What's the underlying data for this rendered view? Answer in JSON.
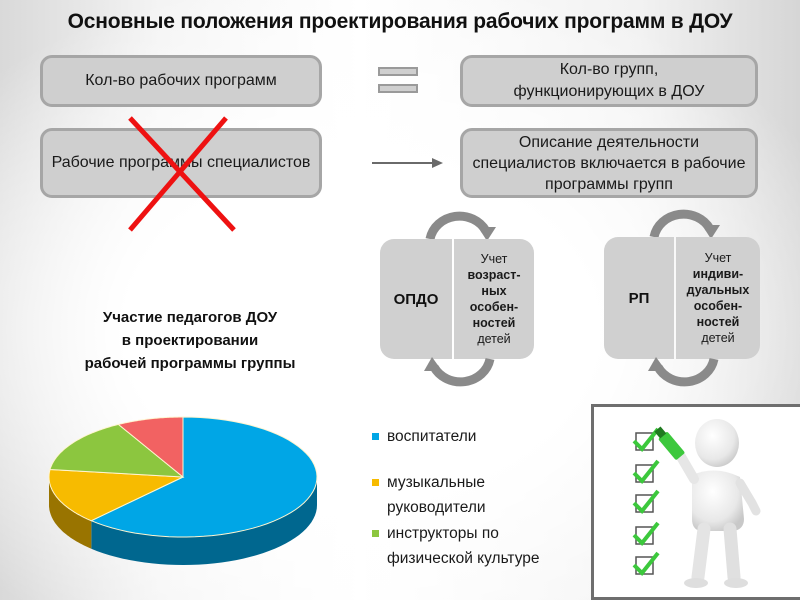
{
  "slide": {
    "title": "Основные положения проектирования рабочих программ в ДОУ"
  },
  "top_row": {
    "left_box": "Кол-во рабочих программ",
    "relation": "equals",
    "right_box_line1": "Кол-во групп,",
    "right_box_line2": "функционирующих в ДОУ"
  },
  "second_row": {
    "left_box": "Рабочие программы специалистов",
    "left_box_crossed_out": true,
    "relation": "arrow-right",
    "right_box_line1": "Описание деятельности",
    "right_box_line2": "специалистов включается в рабочие",
    "right_box_line3": "программы групп"
  },
  "cycles": [
    {
      "label": "ОПДО",
      "desc_line1": "Учет",
      "desc_line2": "возраст-",
      "desc_line3": "ных",
      "desc_line4": "особен-",
      "desc_line5": "ностей",
      "desc_line6": "детей"
    },
    {
      "label": "РП",
      "desc_line1": "Учет",
      "desc_line2": "индиви-",
      "desc_line3": "дуальных",
      "desc_line4": "особен-",
      "desc_line5": "ностей",
      "desc_line6": "детей"
    }
  ],
  "chart_title": {
    "line1": "Участие педагогов ДОУ",
    "line2": "в проектировании",
    "line3": "рабочей программы группы"
  },
  "legend": [
    {
      "label_line1": "воспитатели",
      "label_line2": "",
      "color": "#00a6e6"
    },
    {
      "label_line1": "музыкальные",
      "label_line2": "руководители",
      "color": "#f7bb00"
    },
    {
      "label_line1": "инструкторы по",
      "label_line2": "физической культуре",
      "color": "#8cc63f"
    }
  ],
  "chart_data": {
    "type": "pie",
    "style": "3d",
    "title": "Участие педагогов ДОУ в проектировании рабочей программы группы",
    "categories": [
      "воспитатели",
      "музыкальные руководители",
      "инструкторы по физической культуре",
      "(без подписи)"
    ],
    "values": [
      62,
      15,
      15,
      8
    ],
    "colors": [
      "#00a6e6",
      "#f7bb00",
      "#8cc63f",
      "#f26262"
    ],
    "legend_position": "right",
    "data_labels": false
  },
  "illustration": {
    "description": "3D person checking off a checklist with a green marker",
    "checkmarks": 5,
    "accent_color": "#3cc83c"
  },
  "colors": {
    "box_fill": "#cfcfcf",
    "box_border": "#a6a6a6",
    "cross": "#ee1111"
  }
}
